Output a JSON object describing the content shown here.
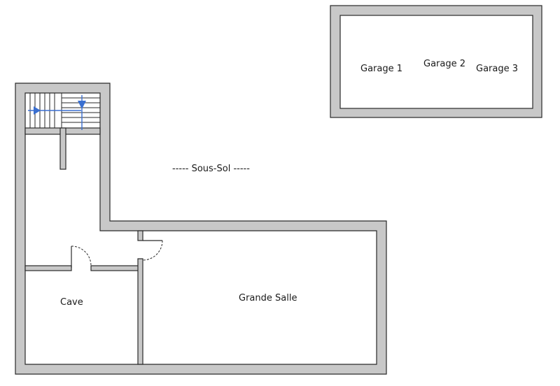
{
  "plan": {
    "title": "----- Sous-Sol -----",
    "rooms": {
      "garage1": "Garage 1",
      "garage2": "Garage 2",
      "garage3": "Garage 3",
      "cave": "Cave",
      "grande_salle": "Grande Salle"
    }
  },
  "colors": {
    "wall": "#c8c8c8",
    "outline": "#2a2a2a",
    "stair_arrow": "#3a6fd0",
    "floor": "#ffffff"
  }
}
